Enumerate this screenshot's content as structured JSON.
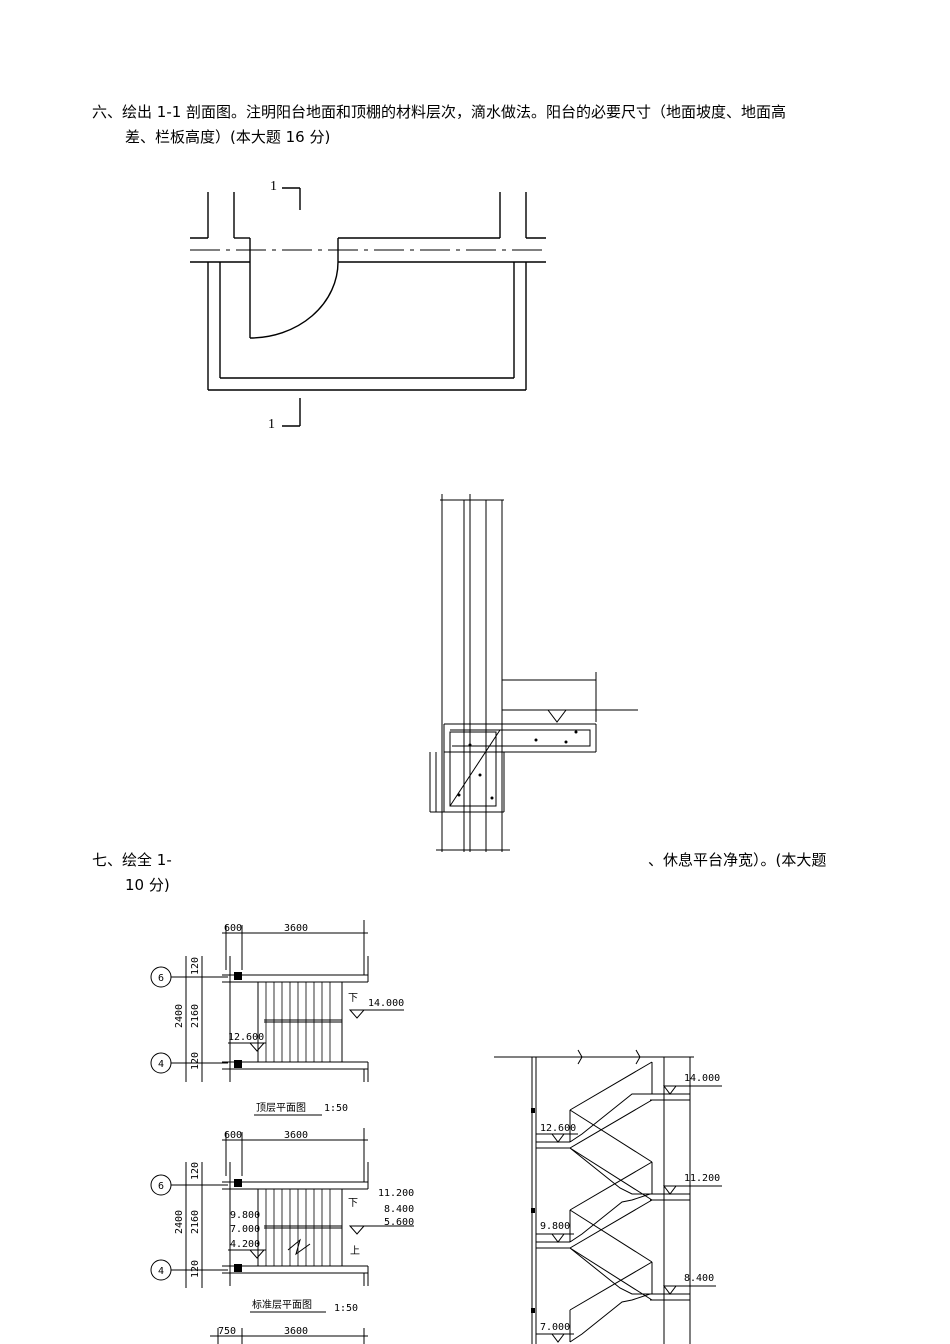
{
  "q6": {
    "number": "六、",
    "line1": "绘出 1-1 剖面图。注明阳台地面和顶棚的材料层次，滴水做法。阳台的必要尺寸（地面坡度、地面高",
    "line2": "差、栏板高度）(本大题 16 分)"
  },
  "q7": {
    "number": "七、",
    "line1_start": "绘全 1-",
    "line1_end": "、休息平台净宽）。(本大题",
    "line2": "10 分)"
  },
  "plan_section_mark": {
    "top": "1",
    "bottom": "1"
  },
  "top_plan": {
    "dims_top": [
      "600",
      "3600"
    ],
    "axis_top": "6",
    "axis_bottom": "4",
    "dims_left_outer": "2400",
    "dims_left_inner": [
      "120",
      "2160",
      "120"
    ],
    "down_label": "下",
    "elev_right": "14.000",
    "elev_left": "12.600",
    "caption": "顶层平面图",
    "scale": "1:50"
  },
  "std_plan": {
    "dims_top": [
      "600",
      "3600"
    ],
    "axis_top": "6",
    "axis_bottom": "4",
    "dims_left_outer": "2400",
    "dims_left_inner": [
      "120",
      "2160",
      "120"
    ],
    "down_label": "下",
    "up_label": "上",
    "elev_right": [
      "11.200",
      "8.400",
      "5.600"
    ],
    "elev_left": [
      "9.800",
      "7.000",
      "4.200"
    ],
    "caption": "标准层平面图",
    "scale": "1:50"
  },
  "bottom_plan": {
    "dims_top": [
      "750",
      "3600"
    ]
  },
  "section": {
    "elev_right": [
      "14.000",
      "11.200",
      "8.400"
    ],
    "elev_left": [
      "12.600",
      "9.800",
      "7.000"
    ]
  }
}
